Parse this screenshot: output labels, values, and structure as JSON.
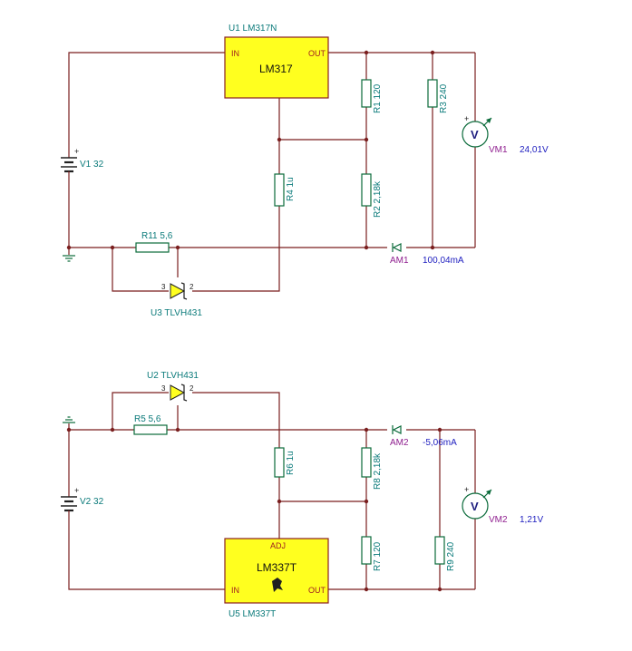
{
  "top": {
    "regulator": {
      "label": "U1 LM317N",
      "name": "LM317",
      "in_pin": "IN",
      "out_pin": "OUT"
    },
    "source": {
      "label": "V1 32"
    },
    "r1": {
      "label": "R1 120"
    },
    "r2": {
      "label": "R2 2,18k"
    },
    "r3": {
      "label": "R3 240"
    },
    "r4": {
      "label": "R4 1u"
    },
    "r11": {
      "label": "R11 5,6"
    },
    "shunt": {
      "label": "U3 TLVH431",
      "pin3": "3",
      "pin2": "2"
    },
    "ammeter": {
      "label": "AM1",
      "reading": "100,04mA"
    },
    "voltmeter": {
      "label": "VM1",
      "reading": "24,01V",
      "symbol": "V",
      "plus": "+"
    }
  },
  "bottom": {
    "regulator": {
      "label": "U5 LM337T",
      "name": "LM337T",
      "in_pin": "IN",
      "out_pin": "OUT",
      "adj_pin": "ADJ"
    },
    "source": {
      "label": "V2 32"
    },
    "r5": {
      "label": "R5 5,6"
    },
    "r6": {
      "label": "R6 1u"
    },
    "r7": {
      "label": "R7 120"
    },
    "r8": {
      "label": "R8 2,18k"
    },
    "r9": {
      "label": "R9 240"
    },
    "shunt": {
      "label": "U2 TLVH431",
      "pin3": "3",
      "pin2": "2"
    },
    "ammeter": {
      "label": "AM2",
      "reading": "-5,06mA"
    },
    "voltmeter": {
      "label": "VM2",
      "reading": "1,21V",
      "symbol": "V",
      "plus": "+"
    }
  }
}
